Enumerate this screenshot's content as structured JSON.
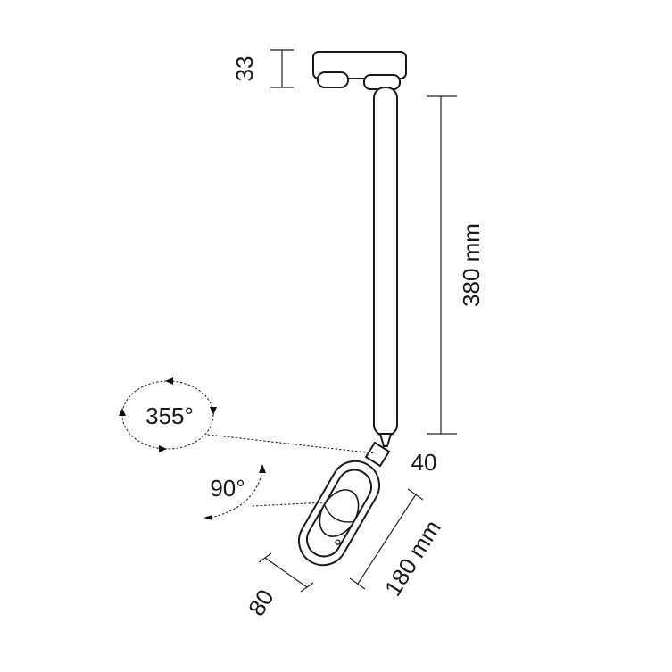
{
  "dimensions": {
    "adapter_height": "33",
    "pole_length": "380 mm",
    "joint": "40",
    "head_length": "180 mm",
    "head_width": "80"
  },
  "angles": {
    "rotation": "355°",
    "tilt": "90°"
  }
}
